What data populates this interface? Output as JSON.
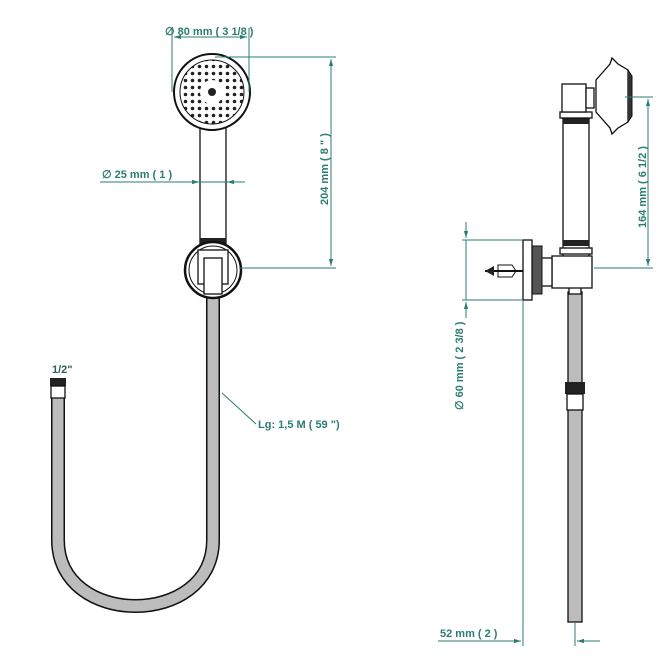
{
  "colors": {
    "dimension": "#2b7d72",
    "outline": "#111111",
    "hose": "#b8b8b8"
  },
  "front_view": {
    "head_diameter": "∅ 80 mm ( 3 1/8 )",
    "handle_diameter": "∅ 25 mm ( 1 )",
    "height": "204 mm ( 8 \" )",
    "connector": "1/2\"",
    "hose_length": "Lg: 1,5 M ( 59 \")"
  },
  "side_view": {
    "height": "164 mm ( 6 1/2 )",
    "flange_diameter": "∅ 60 mm ( 2 3/8 )",
    "projection": "52 mm ( 2 )"
  }
}
